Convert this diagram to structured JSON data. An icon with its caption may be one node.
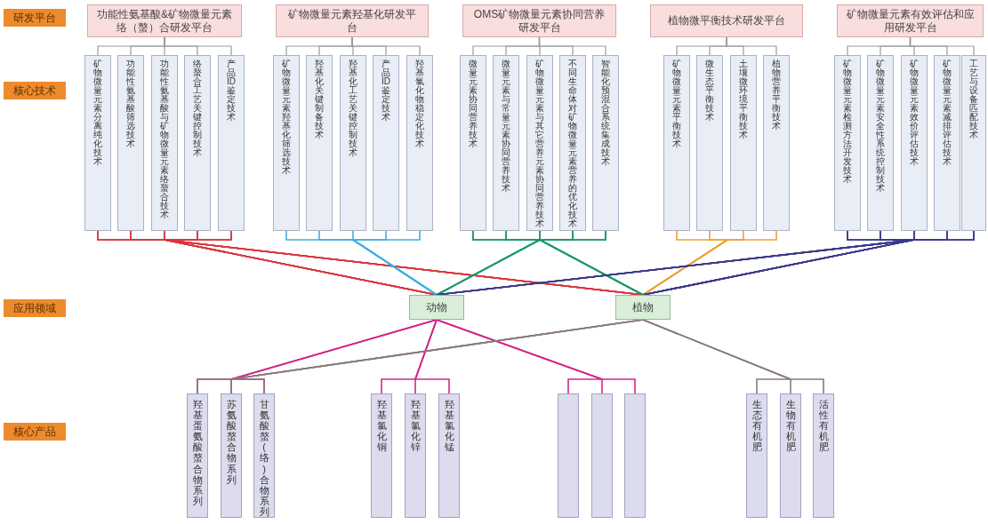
{
  "diagram": {
    "nodes": [
      {
        "text": [
          "功能性氨基酸&矿物微量元素络（螯）合研发平台"
        ]
      },
      {
        "text": [
          "矿物微量元素羟基化研发平台"
        ]
      },
      {
        "text": [
          "OMS矿物微量元素协同营养研发平台"
        ]
      },
      {
        "text": [
          "植物微平衡技术研发平台"
        ]
      },
      {
        "text": [
          "矿物微量元素有效评估和应用研发平台"
        ]
      },
      {
        "text": [
          "矿物微量元素分离纯化技术"
        ]
      },
      {
        "text": [
          "功能性氨基酸筛选技术"
        ]
      },
      {
        "text": [
          "功能性氨基酸与矿物微量元素络螯合技术"
        ]
      },
      {
        "text": [
          "络螯合工艺关键控制技术"
        ]
      },
      {
        "text": [
          "产品ID鉴定技术"
        ]
      },
      {
        "text": [
          "矿物微量元素羟基化筛选技术"
        ]
      },
      {
        "text": [
          "羟基化关键制备技术"
        ]
      },
      {
        "text": [
          "羟基化工艺关键控制技术"
        ]
      },
      {
        "text": [
          "产品ID鉴定技术"
        ]
      },
      {
        "text": [
          "羟基氯化物稳定化技术"
        ]
      },
      {
        "text": [
          "微量元素协同营养技术"
        ]
      },
      {
        "text": [
          "微量元素与常量元素协同营养技术"
        ]
      },
      {
        "text": [
          "矿物微量元素与其它营养元素协同营养技术"
        ]
      },
      {
        "text": [
          "不同生命体对矿物微量元素营养的优化技术"
        ]
      },
      {
        "text": [
          "智能化预混合系统集成技术"
        ]
      },
      {
        "text": [
          "矿物微量元素平衡技术"
        ]
      },
      {
        "text": [
          "微生态平衡技术"
        ]
      },
      {
        "text": [
          "土壤微环境平衡技术"
        ]
      },
      {
        "text": [
          "植物营养平衡技术"
        ]
      },
      {
        "text": [
          "矿物微量元素检测方法开发技术"
        ]
      },
      {
        "text": [
          "矿物微量元素安全性系统控制技术"
        ]
      },
      {
        "text": [
          "矿物微量元素效价评估技术"
        ]
      },
      {
        "text": [
          "矿物微量元素减排评估技术"
        ]
      },
      {
        "text": [
          "工艺与设备匹配技术"
        ]
      },
      {
        "text": [
          "动物"
        ]
      },
      {
        "text": [
          "植物"
        ]
      },
      {
        "text": [
          "羟基蛋氨酸螯合物系列"
        ]
      },
      {
        "text": [
          "苏氨酸螯合物系列"
        ]
      },
      {
        "text": [
          "甘氨酸螯(络)合物系列"
        ]
      },
      {
        "text": [
          "羟基氯化铜"
        ]
      },
      {
        "text": [
          "羟基氯化锌"
        ]
      },
      {
        "text": [
          "羟基氯化锰"
        ]
      },
      {
        "text": [],
        "shape": "box"
      },
      {
        "text": [],
        "shape": "box"
      },
      {
        "text": [],
        "shape": "box"
      },
      {
        "text": [
          "生态有机肥"
        ]
      },
      {
        "text": [
          "生物有机肥"
        ]
      },
      {
        "text": [
          "活性有机肥"
        ]
      }
    ],
    "edges": [
      {
        "from": 0,
        "to": 5,
        "arrow": "none"
      },
      {
        "from": 0,
        "to": 6,
        "arrow": "none"
      },
      {
        "from": 0,
        "to": 7,
        "arrow": "none"
      },
      {
        "from": 0,
        "to": 8,
        "arrow": "none"
      },
      {
        "from": 0,
        "to": 9,
        "arrow": "none"
      },
      {
        "from": 1,
        "to": 10,
        "arrow": "none"
      },
      {
        "from": 1,
        "to": 11,
        "arrow": "none"
      },
      {
        "from": 1,
        "to": 12,
        "arrow": "none"
      },
      {
        "from": 1,
        "to": 13,
        "arrow": "none"
      },
      {
        "from": 1,
        "to": 14,
        "arrow": "none"
      },
      {
        "from": 2,
        "to": 15,
        "arrow": "none"
      },
      {
        "from": 2,
        "to": 16,
        "arrow": "none"
      },
      {
        "from": 2,
        "to": 17,
        "arrow": "none"
      },
      {
        "from": 2,
        "to": 18,
        "arrow": "none"
      },
      {
        "from": 2,
        "to": 19,
        "arrow": "none"
      },
      {
        "from": 3,
        "to": 20,
        "arrow": "none"
      },
      {
        "from": 3,
        "to": 21,
        "arrow": "none"
      },
      {
        "from": 3,
        "to": 22,
        "arrow": "none"
      },
      {
        "from": 3,
        "to": 23,
        "arrow": "none"
      },
      {
        "from": 4,
        "to": 24,
        "arrow": "none"
      },
      {
        "from": 4,
        "to": 25,
        "arrow": "none"
      },
      {
        "from": 4,
        "to": 26,
        "arrow": "none"
      },
      {
        "from": 4,
        "to": 27,
        "arrow": "none"
      },
      {
        "from": 4,
        "to": 28,
        "arrow": "none"
      },
      {
        "from": 5,
        "to": 29,
        "arrow": "none",
        "color": "#d9363e"
      },
      {
        "from": 6,
        "to": 29,
        "arrow": "none",
        "color": "#d9363e"
      },
      {
        "from": 7,
        "to": 29,
        "arrow": "none",
        "color": "#d9363e"
      },
      {
        "from": 8,
        "to": 29,
        "arrow": "none",
        "color": "#d9363e"
      },
      {
        "from": 9,
        "to": 29,
        "arrow": "none",
        "color": "#d9363e"
      },
      {
        "from": 5,
        "to": 30,
        "arrow": "none",
        "color": "#d9363e"
      },
      {
        "from": 6,
        "to": 30,
        "arrow": "none",
        "color": "#d9363e"
      },
      {
        "from": 7,
        "to": 30,
        "arrow": "none",
        "color": "#d9363e"
      },
      {
        "from": 8,
        "to": 30,
        "arrow": "none",
        "color": "#d9363e"
      },
      {
        "from": 9,
        "to": 30,
        "arrow": "none",
        "color": "#d9363e"
      },
      {
        "from": 10,
        "to": 29,
        "arrow": "none",
        "color": "#3ab0e0"
      },
      {
        "from": 11,
        "to": 29,
        "arrow": "none",
        "color": "#3ab0e0"
      },
      {
        "from": 12,
        "to": 29,
        "arrow": "none",
        "color": "#3ab0e0"
      },
      {
        "from": 13,
        "to": 29,
        "arrow": "none",
        "color": "#3ab0e0"
      },
      {
        "from": 14,
        "to": 29,
        "arrow": "none",
        "color": "#3ab0e0"
      },
      {
        "from": 15,
        "to": 29,
        "arrow": "none",
        "color": "#1a9a6a"
      },
      {
        "from": 16,
        "to": 29,
        "arrow": "none",
        "color": "#1a9a6a"
      },
      {
        "from": 17,
        "to": 29,
        "arrow": "none",
        "color": "#1a9a6a"
      },
      {
        "from": 18,
        "to": 29,
        "arrow": "none",
        "color": "#1a9a6a"
      },
      {
        "from": 19,
        "to": 29,
        "arrow": "none",
        "color": "#1a9a6a"
      },
      {
        "from": 15,
        "to": 30,
        "arrow": "none",
        "color": "#1a9a6a"
      },
      {
        "from": 16,
        "to": 30,
        "arrow": "none",
        "color": "#1a9a6a"
      },
      {
        "from": 17,
        "to": 30,
        "arrow": "none",
        "color": "#1a9a6a"
      },
      {
        "from": 18,
        "to": 30,
        "arrow": "none",
        "color": "#1a9a6a"
      },
      {
        "from": 19,
        "to": 30,
        "arrow": "none",
        "color": "#1a9a6a"
      },
      {
        "from": 20,
        "to": 30,
        "arrow": "none",
        "color": "#f0a030"
      },
      {
        "from": 21,
        "to": 30,
        "arrow": "none",
        "color": "#f0a030"
      },
      {
        "from": 22,
        "to": 30,
        "arrow": "none",
        "color": "#f0a030"
      },
      {
        "from": 23,
        "to": 30,
        "arrow": "none",
        "color": "#f0a030"
      },
      {
        "from": 24,
        "to": 29,
        "arrow": "none",
        "color": "#3a3a8a"
      },
      {
        "from": 25,
        "to": 29,
        "arrow": "none",
        "color": "#3a3a8a"
      },
      {
        "from": 26,
        "to": 29,
        "arrow": "none",
        "color": "#3a3a8a"
      },
      {
        "from": 27,
        "to": 29,
        "arrow": "none",
        "color": "#3a3a8a"
      },
      {
        "from": 28,
        "to": 29,
        "arrow": "none",
        "color": "#3a3a8a"
      },
      {
        "from": 24,
        "to": 30,
        "arrow": "none",
        "color": "#3a3a8a"
      },
      {
        "from": 25,
        "to": 30,
        "arrow": "none",
        "color": "#3a3a8a"
      },
      {
        "from": 26,
        "to": 30,
        "arrow": "none",
        "color": "#3a3a8a"
      },
      {
        "from": 27,
        "to": 30,
        "arrow": "none",
        "color": "#3a3a8a"
      },
      {
        "from": 28,
        "to": 30,
        "arrow": "none",
        "color": "#3a3a8a"
      },
      {
        "from": 29,
        "to": 31,
        "arrow": "none",
        "color": "#d4278a"
      },
      {
        "from": 29,
        "to": 32,
        "arrow": "none",
        "color": "#d4278a"
      },
      {
        "from": 29,
        "to": 33,
        "arrow": "none",
        "color": "#d4278a"
      },
      {
        "from": 29,
        "to": 34,
        "arrow": "none",
        "color": "#d4278a"
      },
      {
        "from": 29,
        "to": 35,
        "arrow": "none",
        "color": "#d4278a"
      },
      {
        "from": 29,
        "to": 36,
        "arrow": "none",
        "color": "#d4278a"
      },
      {
        "from": 29,
        "to": 37,
        "arrow": "none",
        "color": "#d4278a"
      },
      {
        "from": 29,
        "to": 38,
        "arrow": "none",
        "color": "#d4278a"
      },
      {
        "from": 29,
        "to": 39,
        "arrow": "none",
        "color": "#d4278a"
      },
      {
        "from": 30,
        "to": 31,
        "arrow": "none",
        "color": "#8a7a7a"
      },
      {
        "from": 30,
        "to": 32,
        "arrow": "none",
        "color": "#8a7a7a"
      },
      {
        "from": 30,
        "to": 33,
        "arrow": "none",
        "color": "#8a7a7a"
      },
      {
        "from": 30,
        "to": 40,
        "arrow": "none",
        "color": "#8a7a7a"
      },
      {
        "from": 30,
        "to": 41,
        "arrow": "none",
        "color": "#8a7a7a"
      },
      {
        "from": 30,
        "to": 42,
        "arrow": "none",
        "color": "#8a7a7a"
      }
    ],
    "labels": [
      "研发平台",
      "核心技术",
      "应用领域",
      "核心产品"
    ]
  }
}
